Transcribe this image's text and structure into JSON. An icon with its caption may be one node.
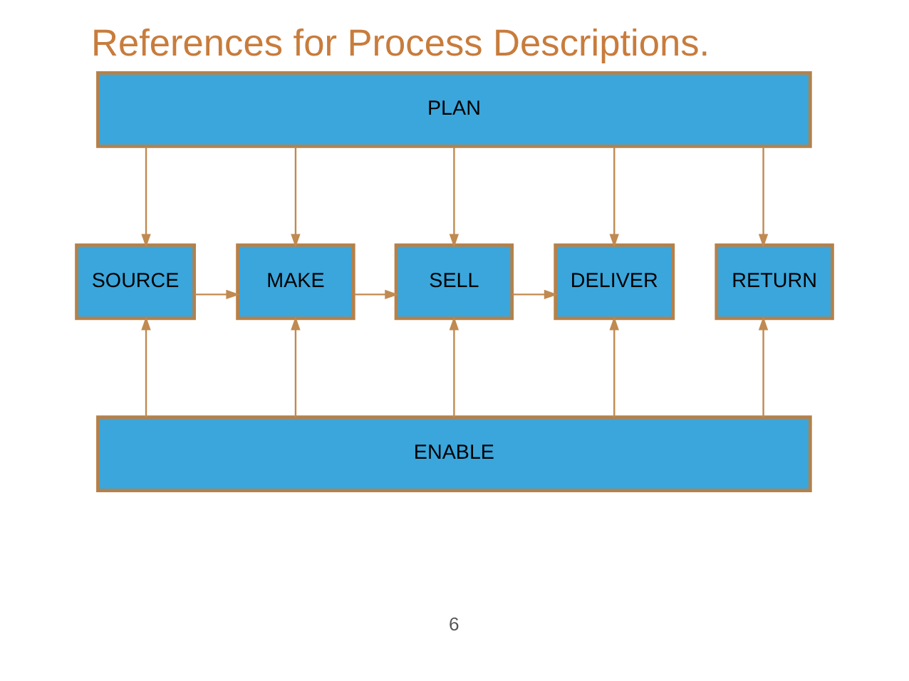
{
  "diagram": {
    "title": "References for Process Descriptions.",
    "nodes": [
      {
        "text": [
          "PLAN"
        ]
      },
      {
        "text": [
          "SOURCE"
        ]
      },
      {
        "text": [
          "MAKE"
        ]
      },
      {
        "text": [
          "SELL"
        ]
      },
      {
        "text": [
          "DELIVER"
        ]
      },
      {
        "text": [
          "RETURN"
        ]
      },
      {
        "text": [
          "ENABLE"
        ]
      }
    ],
    "edges": [
      {
        "from": 0,
        "to": 1,
        "arrow": "to"
      },
      {
        "from": 0,
        "to": 2,
        "arrow": "to"
      },
      {
        "from": 0,
        "to": 3,
        "arrow": "to"
      },
      {
        "from": 0,
        "to": 4,
        "arrow": "to"
      },
      {
        "from": 0,
        "to": 5,
        "arrow": "to"
      },
      {
        "from": 1,
        "to": 2,
        "arrow": "to"
      },
      {
        "from": 2,
        "to": 3,
        "arrow": "to"
      },
      {
        "from": 3,
        "to": 4,
        "arrow": "to"
      },
      {
        "from": 6,
        "to": 1,
        "arrow": "to"
      },
      {
        "from": 6,
        "to": 2,
        "arrow": "to"
      },
      {
        "from": 6,
        "to": 3,
        "arrow": "to"
      },
      {
        "from": 6,
        "to": 4,
        "arrow": "to"
      },
      {
        "from": 6,
        "to": 5,
        "arrow": "to"
      }
    ],
    "labels": [
      "6"
    ]
  }
}
